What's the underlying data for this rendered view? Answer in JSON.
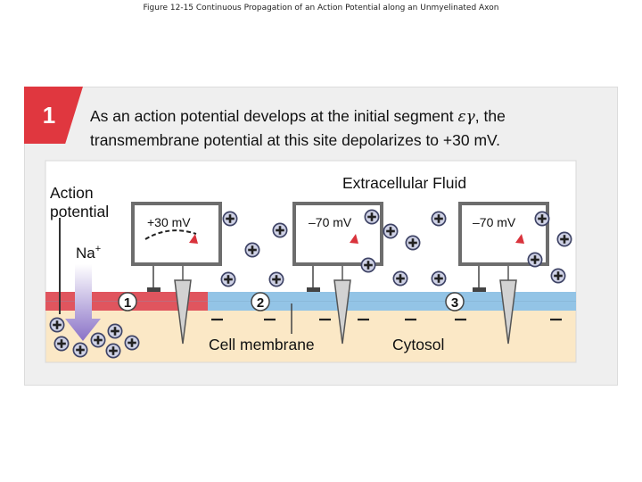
{
  "figure_title": "Figure 12-15 Continuous Propagation of an Action Potential along an Unmyelinated Axon",
  "step": {
    "number": "1",
    "caption_line1_before": "As an action potential develops at the initial segment ",
    "caption_symbol": "εγ",
    "caption_line1_after": ", the",
    "caption_line2": "transmembrane potential at this site depolarizes to +30 mV."
  },
  "labels": {
    "extracellular": "Extracellular Fluid",
    "action_potential_line1": "Action",
    "action_potential_line2": "potential",
    "ion": "Na",
    "ion_sup": "+",
    "cell_membrane": "Cell membrane",
    "cytosol": "Cytosol"
  },
  "meters": [
    {
      "reading": "+30 mV"
    },
    {
      "reading": "–70 mV"
    },
    {
      "reading": "–70 mV"
    }
  ],
  "segments": [
    {
      "number": "1"
    },
    {
      "number": "2"
    },
    {
      "number": "3"
    }
  ],
  "colors": {
    "depolarized_membrane": "#e0555e",
    "resting_membrane": "#93c4e6",
    "extracellular_bg": "#ffffff",
    "cytosol_bg": "#fbe8c6",
    "ion_arrow": "#8a72c7",
    "badge_red": "#e0373f",
    "ion_dark": "#3f4466"
  },
  "icons": {
    "positive_charge": "plus-circle-icon",
    "negative_charge": "minus-icon"
  }
}
